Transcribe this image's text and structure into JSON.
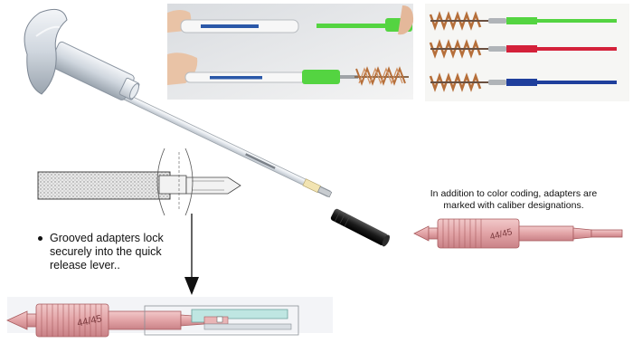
{
  "captions": {
    "grooved_lines": [
      "Grooved  adapters lock",
      "securely into the quick",
      "release lever.."
    ],
    "color_coding_lines": [
      "In addition to color coding, adapters are",
      "marked with caliber designations."
    ]
  },
  "adapter_markings": {
    "top_adapter": "44/45",
    "bottom_adapter": "44/45"
  },
  "colors": {
    "adapter_pink": "#e9b5b6",
    "adapter_outline": "#a85b5e",
    "lever_cyan": "#bfe6e2",
    "handle_black": "#1f1f1f",
    "rod_white": "#f4f6f8",
    "brush_bronze": "#b66f3a",
    "adapter_green": "#54d441",
    "adapter_red": "#d4213a",
    "adapter_blue": "#1f3f9c"
  }
}
